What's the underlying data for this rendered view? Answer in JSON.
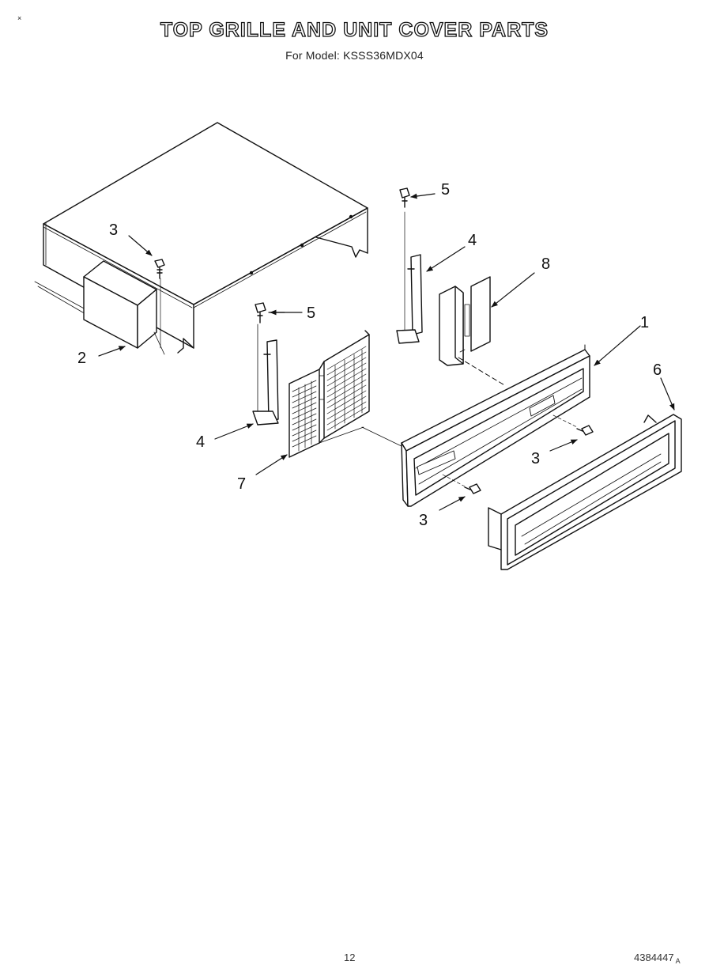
{
  "header": {
    "title": "TOP GRILLE AND UNIT COVER PARTS",
    "subtitle": "For Model: KSSS36MDX04",
    "corner_mark": "×"
  },
  "callouts": {
    "c1": "1",
    "c2": "2",
    "c3a": "3",
    "c3b": "3",
    "c3c": "3",
    "c4a": "4",
    "c4b": "4",
    "c5a": "5",
    "c5b": "5",
    "c6": "6",
    "c7": "7",
    "c8": "8"
  },
  "footer": {
    "page_number": "12",
    "doc_number": "4384447",
    "doc_suffix": "A"
  }
}
